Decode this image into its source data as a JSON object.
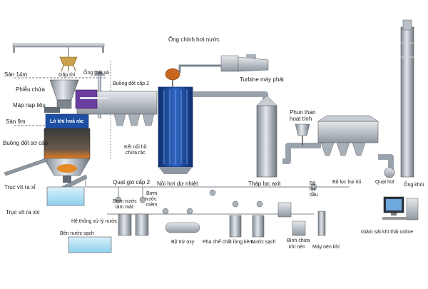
{
  "labels": {
    "gap_toi": "Gắp tời",
    "ong_thai_xa": "Ống thải xả",
    "san_14m": "Sàn 14m",
    "phieu_chua": "Phiễu chứa",
    "map_nap_lieu": "Máp nạp liệu",
    "san_9m": "Sàn 9m",
    "lo_khi_hoa_rac": "Lò khí hoá rác",
    "buong_dot_so_cap": "Buồng đốt sơ cấp",
    "truc_vit_ra_xi": "Trục vít ra xỉ",
    "truc_vit_ra_xic": "Trục vít ra xic",
    "buong_dot_cap2": "Buồng đốt cấp 2",
    "ket_noi_ho_chua_rac_1": "Kết nối hồ",
    "ket_noi_ho_chua_rac_2": "chứa rác",
    "quat_gio_cap2": "Quạt gió cấp 2",
    "noi_hoi_du_nhiet": "Nồi hơi dư nhiệt",
    "ong_chinh_hoi_nuoc": "Ống chính hơi nước",
    "turbine_may_phat": "Turbine máy phát",
    "phun_than_1": "Phun than",
    "phun_than_2": "hoạt tính",
    "thap_loc_axit": "Tháp lọc axit",
    "bo_loc_bui_tui": "Bộ lọc bụi túi",
    "bo_loc_dau_1": "Bộ",
    "bo_loc_dau_2": "lọc",
    "bo_loc_dau_3": "dầu",
    "quat_hut": "Quạt hút",
    "ong_khoi": "Ống khói",
    "bom_nuoc_lam_mat_1": "Bơm nước",
    "bom_nuoc_lam_mat_2": "làm mát",
    "bom_nuoc_mem_1": "Bơm",
    "bom_nuoc_mem_2": "nước",
    "bom_nuoc_mem_3": "mềm",
    "he_thong_xu_ly_nuoc": "Hệ thống xử lý nước",
    "ben_nuoc_sach": "Bền nước sạch",
    "bo_tru_oxy": "Bộ trừ oxy",
    "pha_che_chat_long_kem": "Pha chế chất lỏng kèm",
    "nuoc_sach": "Nước sạch",
    "binh_chua_khi_nen_1": "Bình chứa",
    "binh_chua_khi_nen_2": "khí nén",
    "may_nen_khi": "Máy nén khí",
    "giam_sat_khi_thai_online": "Giám sát khí thải online"
  },
  "colors": {
    "steel": "#9aa3ad",
    "steel_light": "#d4d9de",
    "steel_dark": "#5f6873",
    "boiler_blue": "#1d4fa3",
    "boiler_dark": "#0e2f6e",
    "water": "#bfe6f5",
    "pipe": "#7d858e",
    "purple": "#6a3e9e",
    "orange": "#c8661f"
  }
}
